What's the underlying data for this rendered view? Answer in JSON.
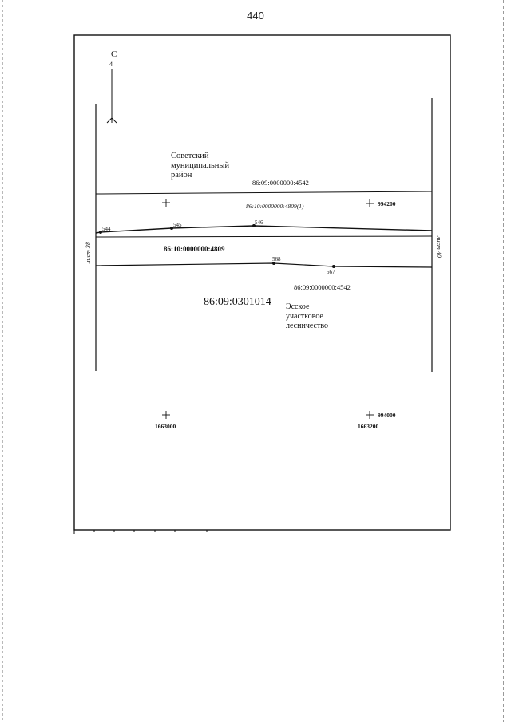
{
  "page_number": "440",
  "north_label": "С",
  "district_label": [
    "Советский",
    "муниципальный",
    "район"
  ],
  "forestry_label": [
    "Эсское",
    "участковое",
    "лесничество"
  ],
  "parcels": {
    "top": "86:09:0000000:4542",
    "sub": "86:10:0000000:4809(1)",
    "middle": "86:10:0000000:4809",
    "bottom": "86:09:0000000:4542",
    "quarter": "86:09:0301014"
  },
  "points": {
    "p544": "544",
    "p545": "545",
    "p546": "546",
    "p568": "568",
    "p567": "567"
  },
  "grid": {
    "y_top": "994200",
    "y_bottom": "994000",
    "x_left": "1663000",
    "x_right": "1663200"
  },
  "sheet_left": "лист 38",
  "sheet_right": "лист 40"
}
